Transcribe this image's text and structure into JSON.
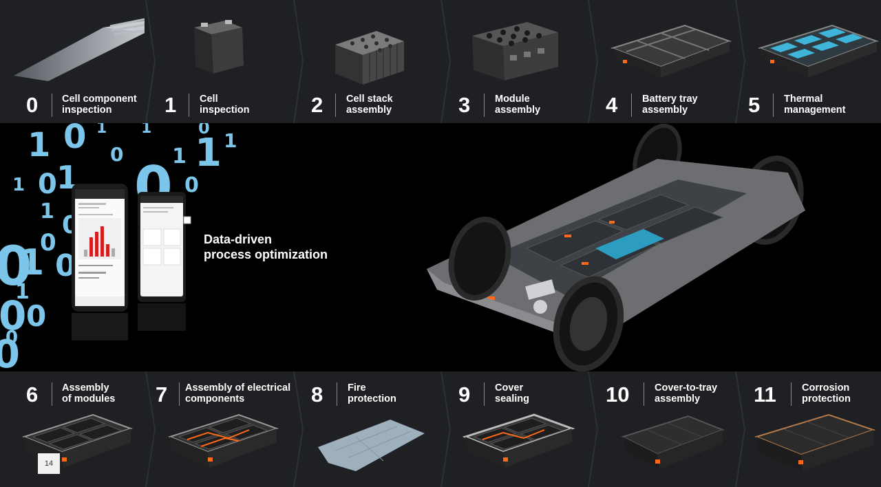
{
  "top_steps": [
    {
      "num": "0",
      "label": "Cell component\ninspection"
    },
    {
      "num": "1",
      "label": "Cell\ninspection"
    },
    {
      "num": "2",
      "label": "Cell stack\nassembly"
    },
    {
      "num": "3",
      "label": "Module\nassembly"
    },
    {
      "num": "4",
      "label": "Battery tray\nassembly"
    },
    {
      "num": "5",
      "label": "Thermal\nmanagement"
    }
  ],
  "bottom_steps": [
    {
      "num": "6",
      "label": "Assembly\nof modules"
    },
    {
      "num": "7",
      "label": "Assembly of electrical\ncomponents"
    },
    {
      "num": "8",
      "label": "Fire\nprotection"
    },
    {
      "num": "9",
      "label": "Cover\nsealing"
    },
    {
      "num": "10",
      "label": "Cover-to-tray\nassembly"
    },
    {
      "num": "11",
      "label": "Corrosion\nprotection"
    }
  ],
  "callout": {
    "label": "Data-driven\nprocess optimization"
  },
  "page_number": "14",
  "colors": {
    "tile_bg": "#1e2023",
    "chevron": "#2c2f33",
    "digit_blue": "#7cc6ec",
    "accent_orange": "#ff6a1a"
  }
}
